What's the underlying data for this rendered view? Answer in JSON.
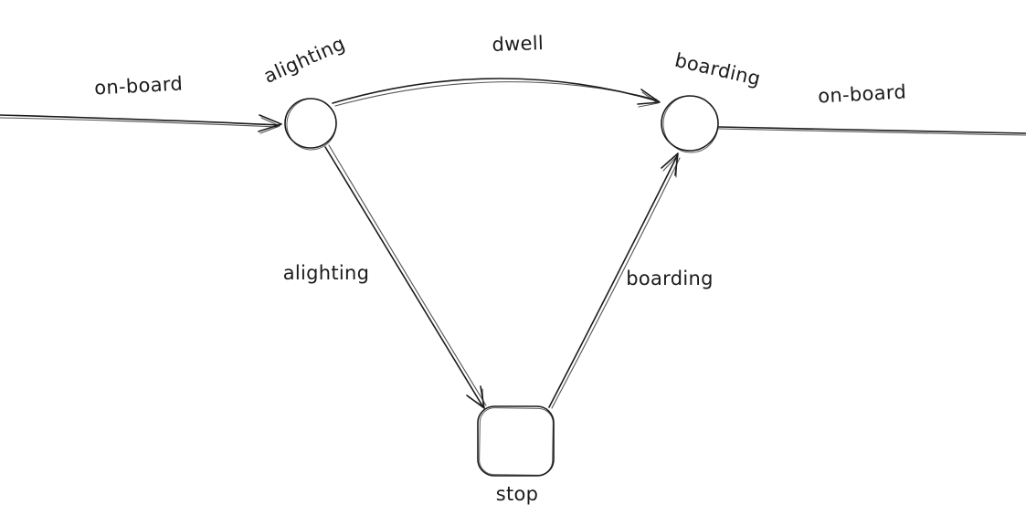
{
  "diagram": {
    "background": "#ffffff",
    "stroke_color": "#1b1b1b",
    "nodes": {
      "alighting": {
        "label": "alighting",
        "shape": "circle"
      },
      "boarding": {
        "label": "boarding",
        "shape": "circle"
      },
      "stop": {
        "label": "stop",
        "shape": "rounded-square"
      }
    },
    "edges": {
      "onboard_in": {
        "label": "on-board",
        "from": "left-edge",
        "to": "alighting"
      },
      "dwell": {
        "label": "dwell",
        "from": "alighting",
        "to": "boarding"
      },
      "onboard_out": {
        "label": "on-board",
        "from": "boarding",
        "to": "right-edge"
      },
      "alighting": {
        "label": "alighting",
        "from": "alighting",
        "to": "stop"
      },
      "boarding": {
        "label": "boarding",
        "from": "stop",
        "to": "boarding"
      }
    }
  }
}
